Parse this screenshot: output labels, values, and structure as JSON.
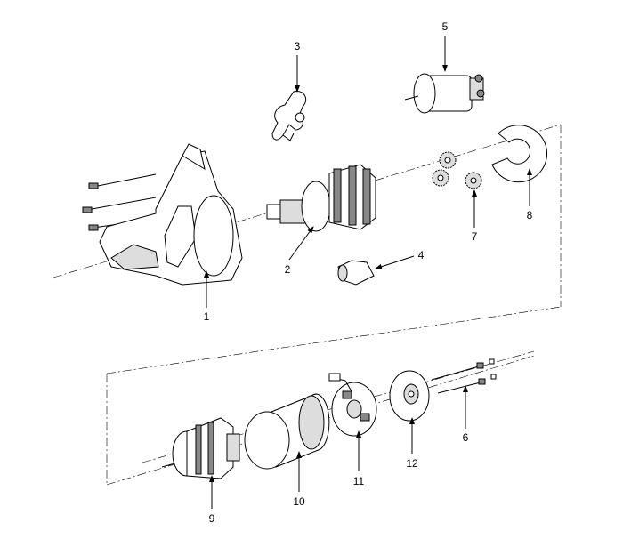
{
  "diagram": {
    "type": "exploded-view",
    "callouts": [
      "1",
      "2",
      "3",
      "4",
      "5",
      "6",
      "7",
      "8",
      "9",
      "10",
      "11",
      "12"
    ]
  }
}
